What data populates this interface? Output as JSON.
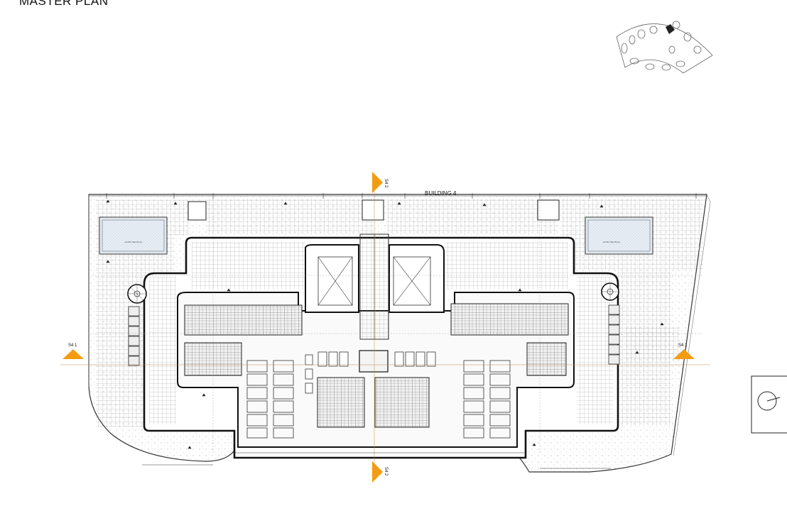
{
  "header": {
    "title": "MASTER PLAN"
  },
  "plan": {
    "building_label": "BUILDING 4",
    "section_marks": [
      {
        "id": "s42-top",
        "label": "S4 2"
      },
      {
        "id": "s42-bottom",
        "label": "S4 2"
      },
      {
        "id": "s41-left",
        "label": "S4 1"
      },
      {
        "id": "s41-right",
        "label": "S4 1"
      }
    ],
    "pool_label": "+0.50 (Top Pool)",
    "accent_color": "#f39c12",
    "line_color": "#222222"
  }
}
